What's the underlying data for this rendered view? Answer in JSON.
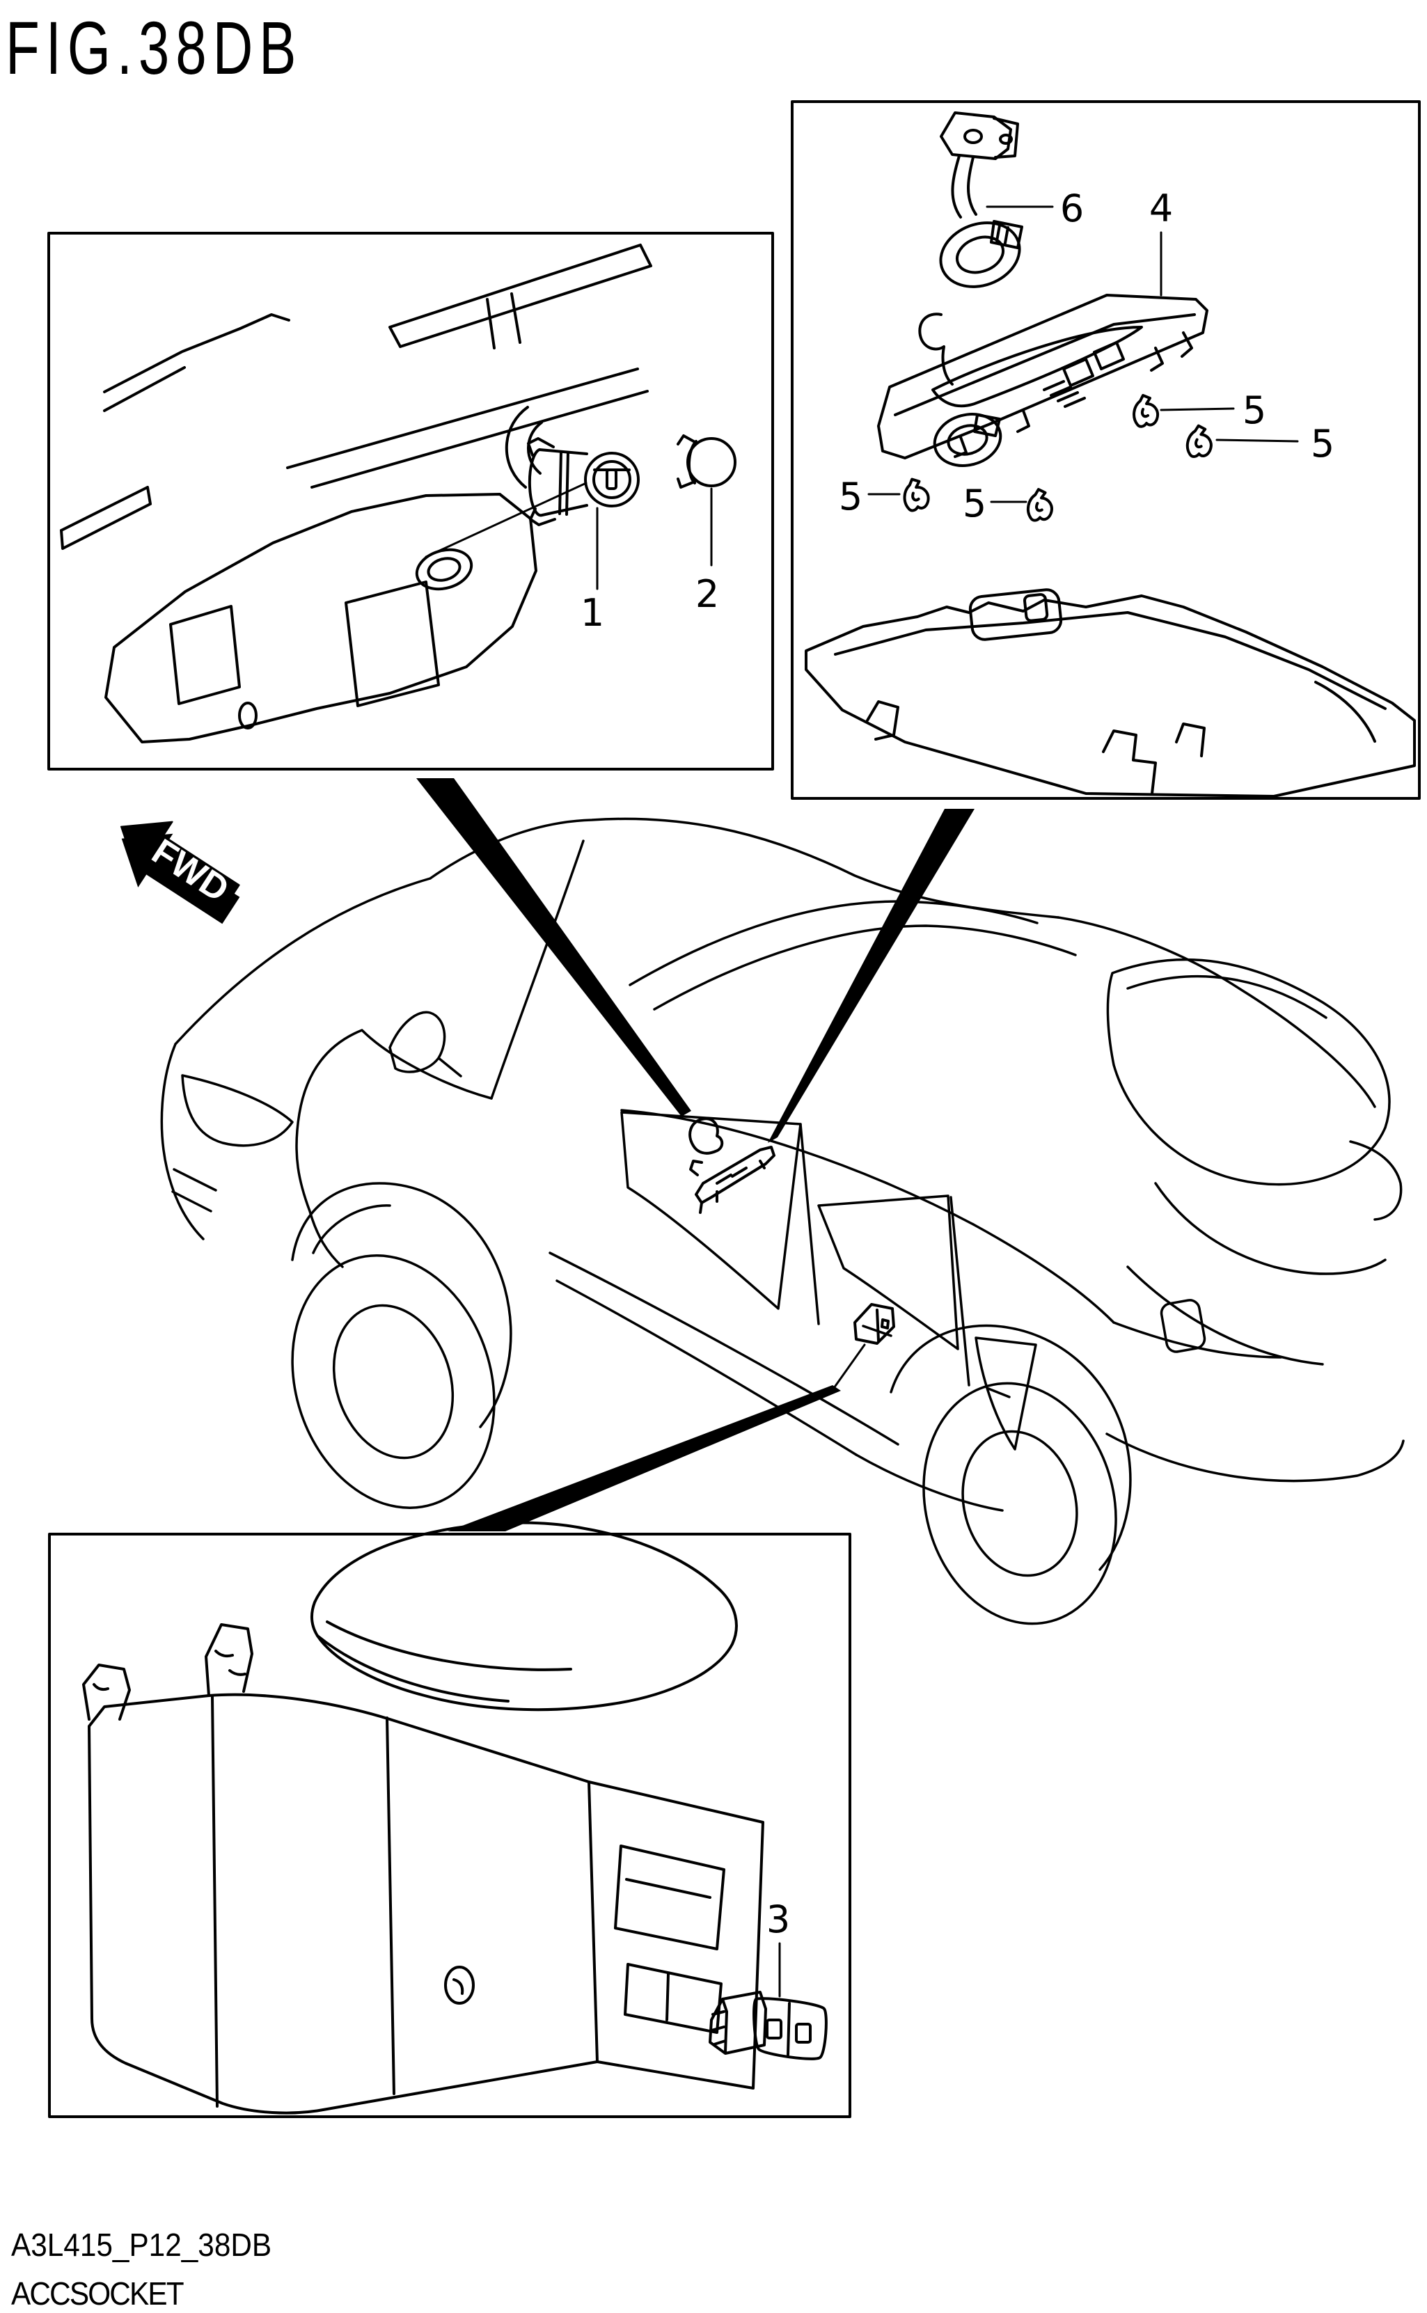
{
  "figure": {
    "title": "FIG.38DB",
    "footer_code": "A3L415_P12_38DB",
    "footer_name": "ACCSOCKET"
  },
  "direction_badge": {
    "label": "FWD"
  },
  "callouts": {
    "acc_socket": "1",
    "socket_cap": "2",
    "rear_usb_socket": "3",
    "roof_console_panel": "4",
    "clip_a": "5",
    "clip_b": "5",
    "clip_c": "5",
    "clip_d": "5",
    "usb_harness": "6"
  },
  "colors": {
    "line": "#000000",
    "background": "#ffffff",
    "badge_fill": "#000000",
    "badge_text": "#ffffff"
  }
}
